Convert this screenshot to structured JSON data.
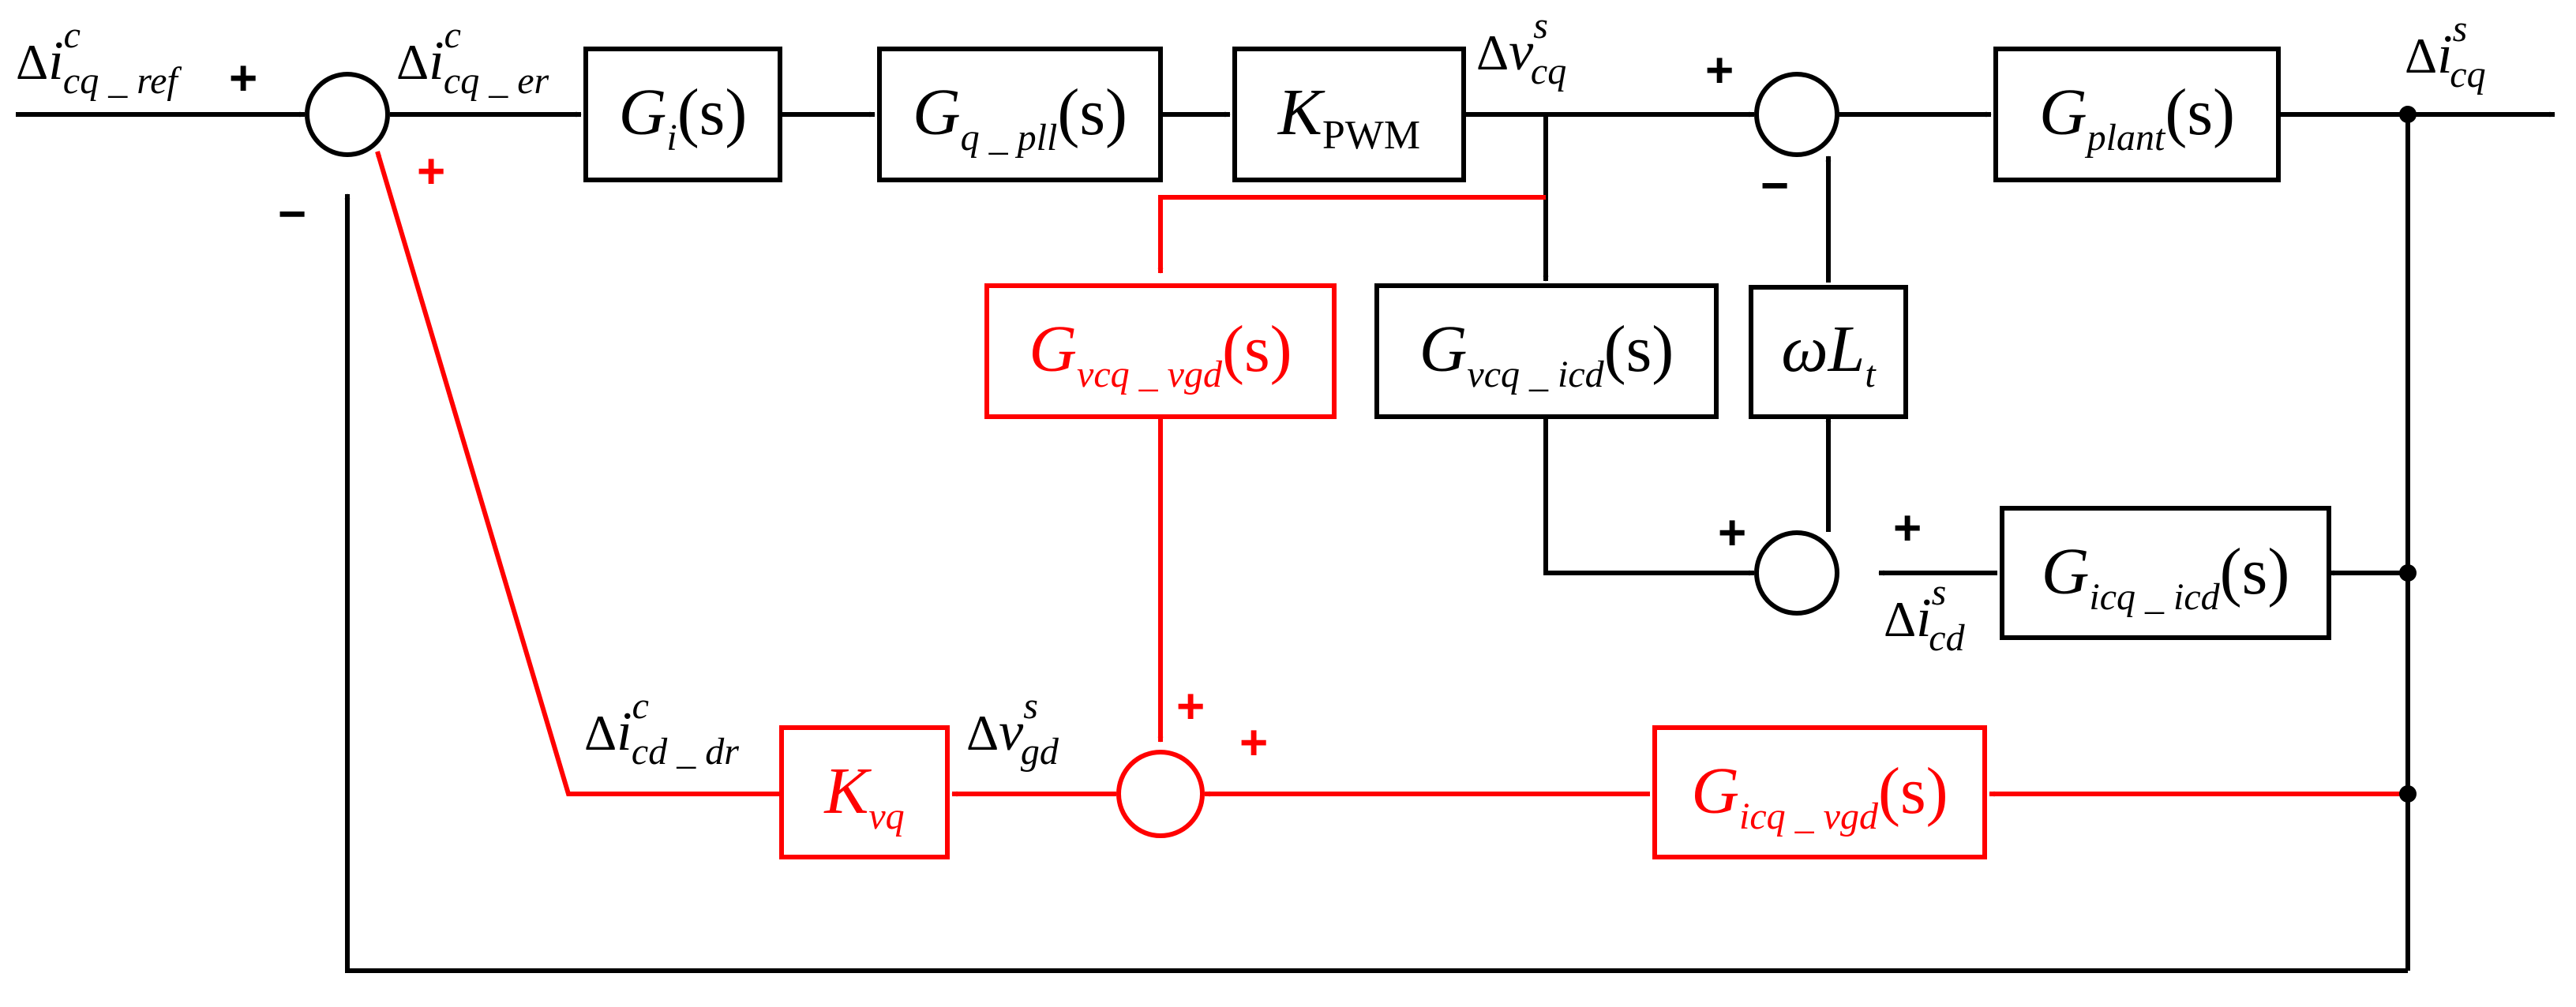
{
  "colors": {
    "main": "#000000",
    "accent": "#ff0000"
  },
  "signals": {
    "i_ref": {
      "delta": "Δ",
      "main": "i",
      "sup": "c",
      "sub": "cq _ ref"
    },
    "i_er": {
      "delta": "Δ",
      "main": "i",
      "sup": "c",
      "sub": "cq _ er"
    },
    "v_cq": {
      "delta": "Δ",
      "main": "v",
      "sup": "s",
      "sub": "cq"
    },
    "i_cq": {
      "delta": "Δ",
      "main": "i",
      "sup": "s",
      "sub": "cq"
    },
    "i_cd": {
      "delta": "Δ",
      "main": "i",
      "sup": "s",
      "sub": "cd"
    },
    "v_gd": {
      "delta": "Δ",
      "main": "v",
      "sup": "s",
      "sub": "gd"
    },
    "i_dr": {
      "delta": "Δ",
      "main": "i",
      "sup": "c",
      "sub": "cd _ dr"
    }
  },
  "blocks": {
    "gi": {
      "main": "G",
      "sub": "i",
      "arg": "(s)"
    },
    "gpll": {
      "main": "G",
      "sub": "q _ pll",
      "arg": "(s)"
    },
    "kpwm": {
      "main": "K",
      "sub": "PWM"
    },
    "gplant": {
      "main": "G",
      "sub": "plant",
      "arg": "(s)"
    },
    "gvgd": {
      "main": "G",
      "sub": "vcq _ vgd",
      "arg": "(s)"
    },
    "gicd": {
      "main": "G",
      "sub": "vcq _ icd",
      "arg": "(s)"
    },
    "wl": {
      "main": "ωL",
      "sub": "t"
    },
    "gicqicd": {
      "main": "G",
      "sub": "icq _ icd",
      "arg": "(s)"
    },
    "kvq": {
      "main": "K",
      "sub": "vq"
    },
    "gicqvgd": {
      "main": "G",
      "sub": "icq _ vgd",
      "arg": "(s)"
    }
  },
  "signs": {
    "sum1_plus_left": "+",
    "sum1_minus_bottom": "−",
    "sum1_plus_red": "+",
    "sum2_plus_left": "+",
    "sum2_minus_bottom": "−",
    "sum3_plus_left": "+",
    "sum3_plus_right": "+",
    "sum4_plus_top": "+",
    "sum4_plus_right": "+"
  }
}
